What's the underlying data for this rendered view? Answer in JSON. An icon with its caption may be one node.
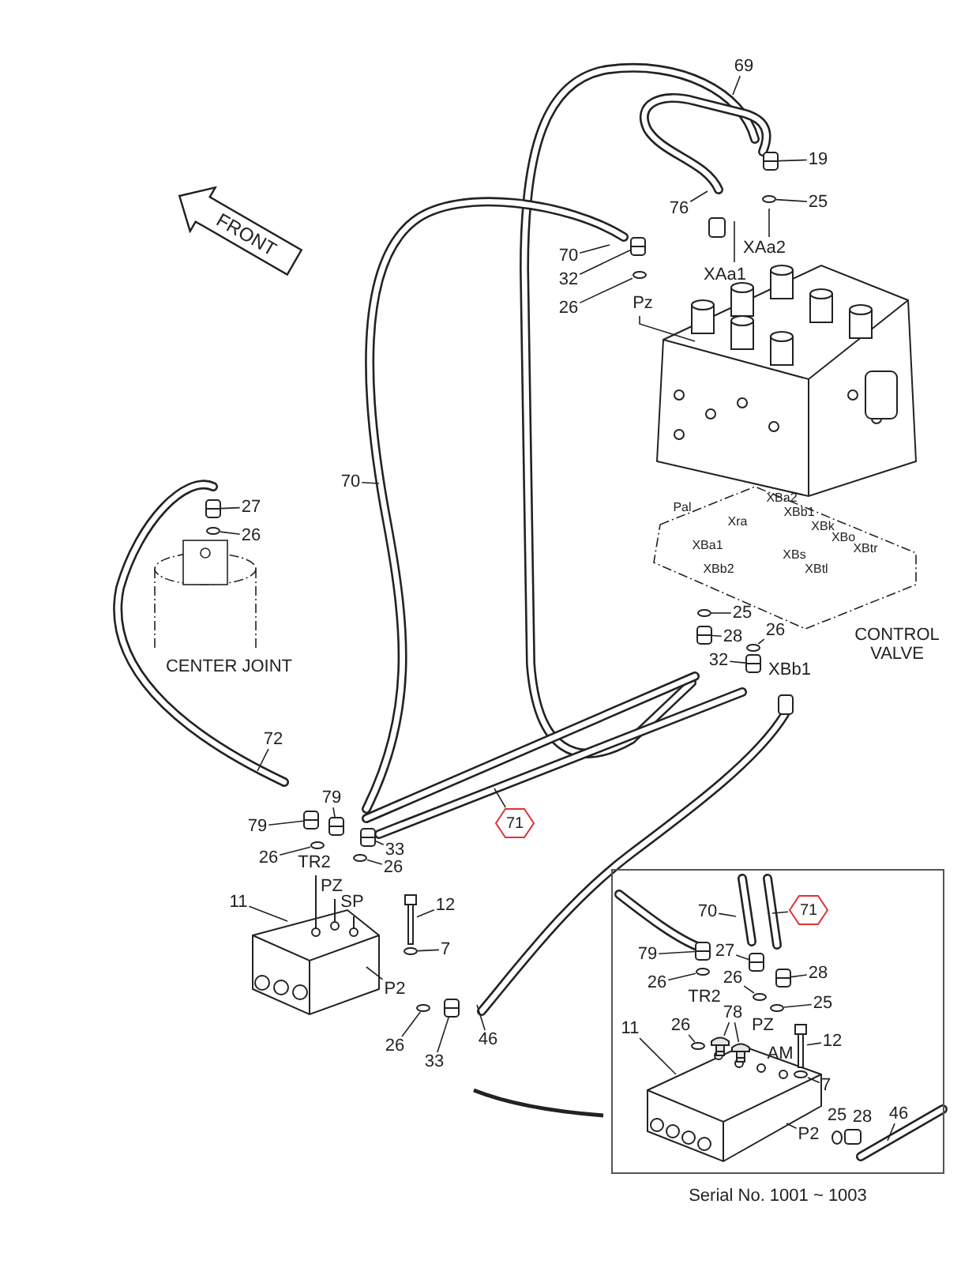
{
  "diagram": {
    "nodes": [
      {
        "text": [
          "FRONT"
        ]
      },
      {
        "text": [
          "69"
        ]
      },
      {
        "text": [
          "19"
        ]
      },
      {
        "text": [
          "76"
        ]
      },
      {
        "text": [
          "25"
        ]
      },
      {
        "text": [
          "70"
        ]
      },
      {
        "text": [
          "32"
        ]
      },
      {
        "text": [
          "26"
        ]
      },
      {
        "text": [
          "27"
        ]
      },
      {
        "text": [
          "70"
        ]
      },
      {
        "text": [
          "26"
        ]
      },
      {
        "text": [
          "25"
        ]
      },
      {
        "text": [
          "26"
        ]
      },
      {
        "text": [
          "28"
        ]
      },
      {
        "text": [
          "32"
        ]
      },
      {
        "text": [
          "72"
        ]
      },
      {
        "text": [
          "79"
        ]
      },
      {
        "text": [
          "71"
        ]
      },
      {
        "text": [
          "79"
        ]
      },
      {
        "text": [
          "33"
        ]
      },
      {
        "text": [
          "26"
        ]
      },
      {
        "text": [
          "26"
        ]
      },
      {
        "text": [
          "11"
        ]
      },
      {
        "text": [
          "12"
        ]
      },
      {
        "text": [
          "7"
        ]
      },
      {
        "text": [
          "P2"
        ]
      },
      {
        "text": [
          "46"
        ]
      },
      {
        "text": [
          "26"
        ]
      },
      {
        "text": [
          "33"
        ]
      },
      {
        "text": [
          "Serial No. 1001 ~ 1003"
        ]
      },
      {
        "text": [
          "70"
        ],
        "in": 29
      },
      {
        "text": [
          "71"
        ],
        "in": 29
      },
      {
        "text": [
          "79"
        ],
        "in": 29
      },
      {
        "text": [
          "27"
        ],
        "in": 29
      },
      {
        "text": [
          "26"
        ],
        "in": 29
      },
      {
        "text": [
          "28"
        ],
        "in": 29
      },
      {
        "text": [
          "26"
        ],
        "in": 29
      },
      {
        "text": [
          "25"
        ],
        "in": 29
      },
      {
        "text": [
          "78"
        ],
        "in": 29
      },
      {
        "text": [
          "26"
        ],
        "in": 29
      },
      {
        "text": [
          "11"
        ],
        "in": 29
      },
      {
        "text": [
          "12"
        ],
        "in": 29
      },
      {
        "text": [
          "7"
        ],
        "in": 29
      },
      {
        "text": [
          "P2"
        ],
        "in": 29
      },
      {
        "text": [
          "46"
        ],
        "in": 29
      },
      {
        "text": [],
        "shape": "picture"
      },
      {
        "text": [],
        "shape": "circle"
      },
      {
        "text": [],
        "shape": "picture"
      },
      {
        "text": [],
        "shape": "circle"
      },
      {
        "text": [],
        "shape": "picture"
      },
      {
        "text": [],
        "shape": "circle"
      },
      {
        "text": [],
        "shape": "circle"
      },
      {
        "text": [],
        "shape": "circle"
      },
      {
        "text": [],
        "shape": "picture"
      },
      {
        "text": [],
        "shape": "picture"
      },
      {
        "text": [],
        "shape": "picture"
      },
      {
        "text": [],
        "shape": "picture"
      },
      {
        "text": [],
        "shape": "picture"
      },
      {
        "text": [],
        "shape": "circle"
      },
      {
        "text": [],
        "shape": "circle"
      },
      {
        "text": [],
        "shape": "picture"
      },
      {
        "text": [],
        "shape": "circle"
      },
      {
        "text": [],
        "shape": "circle"
      },
      {
        "text": [],
        "shape": "picture"
      },
      {
        "text": [],
        "shape": "picture",
        "in": 29
      },
      {
        "text": [],
        "shape": "picture",
        "in": 29
      },
      {
        "text": [],
        "shape": "circle",
        "in": 29
      },
      {
        "text": [],
        "shape": "picture",
        "in": 29
      },
      {
        "text": [],
        "shape": "circle",
        "in": 29
      },
      {
        "text": [],
        "shape": "circle",
        "in": 29
      },
      {
        "text": [],
        "shape": "picture",
        "in": 29
      },
      {
        "text": [],
        "shape": "picture",
        "in": 29
      },
      {
        "text": [],
        "shape": "circle",
        "in": 29
      },
      {
        "text": [],
        "shape": "picture",
        "in": 29
      },
      {
        "text": [],
        "shape": "circle",
        "in": 29
      }
    ],
    "edges": [
      {
        "from": 1,
        "to": null,
        "arrow": "none"
      },
      {
        "from": 2,
        "to": 45,
        "arrow": "none"
      },
      {
        "from": 3,
        "to": null,
        "arrow": "none"
      },
      {
        "from": 4,
        "to": 46,
        "arrow": "none"
      },
      {
        "from": 5,
        "to": null,
        "arrow": "none"
      },
      {
        "from": 6,
        "to": 47,
        "arrow": "none"
      },
      {
        "from": 7,
        "to": 48,
        "arrow": "none"
      },
      {
        "from": 8,
        "to": 49,
        "arrow": "none"
      },
      {
        "from": 9,
        "to": null,
        "arrow": "none"
      },
      {
        "from": 10,
        "to": 50,
        "arrow": "none"
      },
      {
        "from": 11,
        "to": 51,
        "arrow": "none"
      },
      {
        "from": 12,
        "to": 52,
        "arrow": "none"
      },
      {
        "from": 13,
        "to": 53,
        "arrow": "none"
      },
      {
        "from": 14,
        "to": 54,
        "arrow": "none"
      },
      {
        "from": 15,
        "to": null,
        "arrow": "none"
      },
      {
        "from": 16,
        "to": 55,
        "arrow": "none"
      },
      {
        "from": 17,
        "to": null,
        "arrow": "none"
      },
      {
        "from": 18,
        "to": 56,
        "arrow": "none"
      },
      {
        "from": 19,
        "to": 57,
        "arrow": "none"
      },
      {
        "from": 20,
        "to": 58,
        "arrow": "none"
      },
      {
        "from": 21,
        "to": 59,
        "arrow": "none"
      },
      {
        "from": 22,
        "to": null,
        "arrow": "none"
      },
      {
        "from": 23,
        "to": 60,
        "arrow": "none"
      },
      {
        "from": 24,
        "to": 61,
        "arrow": "none"
      },
      {
        "from": 25,
        "to": null,
        "arrow": "none"
      },
      {
        "from": 26,
        "to": null,
        "arrow": "none"
      },
      {
        "from": 27,
        "to": 62,
        "arrow": "none"
      },
      {
        "from": 28,
        "to": 63,
        "arrow": "none"
      },
      {
        "from": 30,
        "to": null,
        "arrow": "none"
      },
      {
        "from": 31,
        "to": null,
        "arrow": "none"
      },
      {
        "from": 32,
        "to": 64,
        "arrow": "none"
      },
      {
        "from": 33,
        "to": 65,
        "arrow": "none"
      },
      {
        "from": 34,
        "to": 66,
        "arrow": "none"
      },
      {
        "from": 35,
        "to": 67,
        "arrow": "none"
      },
      {
        "from": 36,
        "to": 68,
        "arrow": "none"
      },
      {
        "from": 37,
        "to": 69,
        "arrow": "none"
      },
      {
        "from": 38,
        "to": 70,
        "arrow": "none"
      },
      {
        "from": 38,
        "to": 71,
        "arrow": "none"
      },
      {
        "from": 39,
        "to": 72,
        "arrow": "none"
      },
      {
        "from": 40,
        "to": null,
        "arrow": "none"
      },
      {
        "from": 41,
        "to": 73,
        "arrow": "none"
      },
      {
        "from": 42,
        "to": 74,
        "arrow": "none"
      },
      {
        "from": 43,
        "to": null,
        "arrow": "none"
      },
      {
        "from": 44,
        "to": null,
        "arrow": "none"
      }
    ],
    "labels": [
      "XAa2",
      "XAa1",
      "Pz",
      "Pal",
      "XBa2",
      "XBb1",
      "Xra",
      "XBk",
      "XBo",
      "XBtr",
      "XBa1",
      "XBs",
      "XBb2",
      "XBtl",
      "CONTROL VALVE",
      "XBb1",
      "CENTER JOINT",
      "TR2",
      "PZ",
      "SP",
      "TR2",
      "PZ",
      "AM",
      "25",
      "28"
    ]
  }
}
